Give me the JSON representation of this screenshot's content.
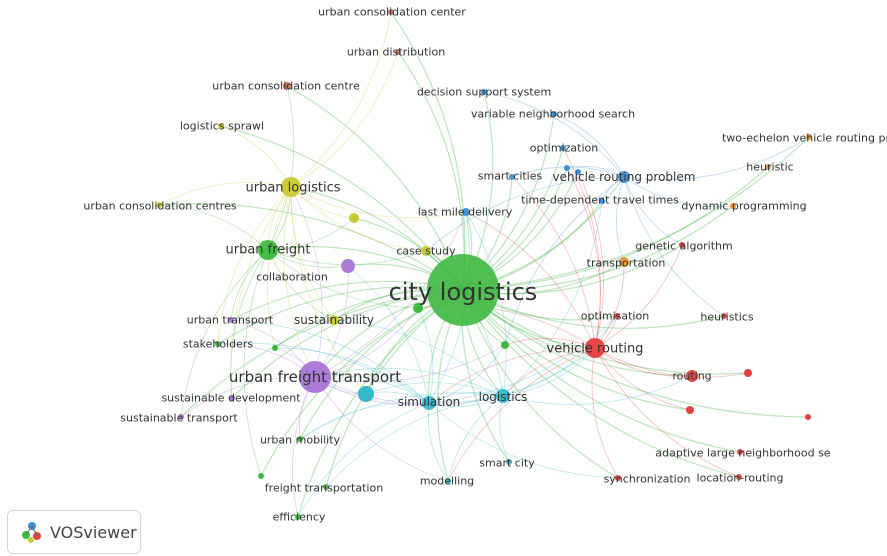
{
  "app": {
    "name": "VOSviewer",
    "logo_icon": "vosviewer-logo-icon"
  },
  "clusters": {
    "red": "#e53f3f",
    "green": "#3fb83f",
    "blue": "#3c8fd8",
    "yellow": "#c9c934",
    "purple": "#a974d6",
    "cyan": "#33b8cc",
    "orange": "#e8952e",
    "brown": "#c46f55"
  },
  "nodes": [
    {
      "label": "city logistics",
      "cluster": "green",
      "weight": 10
    },
    {
      "label": "urban freight transport",
      "cluster": "purple",
      "weight": 6
    },
    {
      "label": "urban freight",
      "cluster": "green",
      "weight": 4
    },
    {
      "label": "urban logistics",
      "cluster": "yellow",
      "weight": 4
    },
    {
      "label": "vehicle routing",
      "cluster": "red",
      "weight": 4
    },
    {
      "label": "sustainability",
      "cluster": "yellow",
      "weight": 3
    },
    {
      "label": "logistics",
      "cluster": "cyan",
      "weight": 3
    },
    {
      "label": "simulation",
      "cluster": "cyan",
      "weight": 3
    },
    {
      "label": "vehicle routing problem",
      "cluster": "blue",
      "weight": 3
    },
    {
      "label": "transportation",
      "cluster": "orange",
      "weight": 2
    },
    {
      "label": "routing",
      "cluster": "red",
      "weight": 2
    },
    {
      "label": "case study",
      "cluster": "yellow",
      "weight": 2
    },
    {
      "label": "collaboration",
      "cluster": "purple",
      "weight": 2
    },
    {
      "label": "last mile delivery",
      "cluster": "blue",
      "weight": 2
    },
    {
      "label": "time-dependent travel times",
      "cluster": "blue",
      "weight": 1
    },
    {
      "label": "smart cities",
      "cluster": "blue",
      "weight": 1
    },
    {
      "label": "optimization",
      "cluster": "blue",
      "weight": 1
    },
    {
      "label": "variable neighborhood search",
      "cluster": "blue",
      "weight": 1
    },
    {
      "label": "decision support system",
      "cluster": "blue",
      "weight": 1
    },
    {
      "label": "urban consolidation center",
      "cluster": "brown",
      "weight": 1
    },
    {
      "label": "urban distribution",
      "cluster": "brown",
      "weight": 1
    },
    {
      "label": "urban consolidation centre",
      "cluster": "brown",
      "weight": 1
    },
    {
      "label": "logistics sprawl",
      "cluster": "yellow",
      "weight": 1
    },
    {
      "label": "urban consolidation centres",
      "cluster": "yellow",
      "weight": 1
    },
    {
      "label": "two-echelon vehicle routing pr",
      "cluster": "orange",
      "weight": 1
    },
    {
      "label": "heuristic",
      "cluster": "orange",
      "weight": 1
    },
    {
      "label": "dynamic programming",
      "cluster": "orange",
      "weight": 1
    },
    {
      "label": "genetic algorithm",
      "cluster": "red",
      "weight": 1
    },
    {
      "label": "optimisation",
      "cluster": "red",
      "weight": 1
    },
    {
      "label": "heuristics",
      "cluster": "red",
      "weight": 1
    },
    {
      "label": "urban transport",
      "cluster": "purple",
      "weight": 1
    },
    {
      "label": "stakeholders",
      "cluster": "green",
      "weight": 1
    },
    {
      "label": "sustainable development",
      "cluster": "purple",
      "weight": 1
    },
    {
      "label": "sustainable transport",
      "cluster": "purple",
      "weight": 1
    },
    {
      "label": "urban mobility",
      "cluster": "green",
      "weight": 1
    },
    {
      "label": "freight transportation",
      "cluster": "green",
      "weight": 1
    },
    {
      "label": "efficiency",
      "cluster": "green",
      "weight": 1
    },
    {
      "label": "modelling",
      "cluster": "cyan",
      "weight": 1
    },
    {
      "label": "smart city",
      "cluster": "cyan",
      "weight": 1
    },
    {
      "label": "synchronization",
      "cluster": "red",
      "weight": 1
    },
    {
      "label": "location-routing",
      "cluster": "red",
      "weight": 1
    },
    {
      "label": "adaptive large neighborhood se",
      "cluster": "red",
      "weight": 1
    }
  ]
}
